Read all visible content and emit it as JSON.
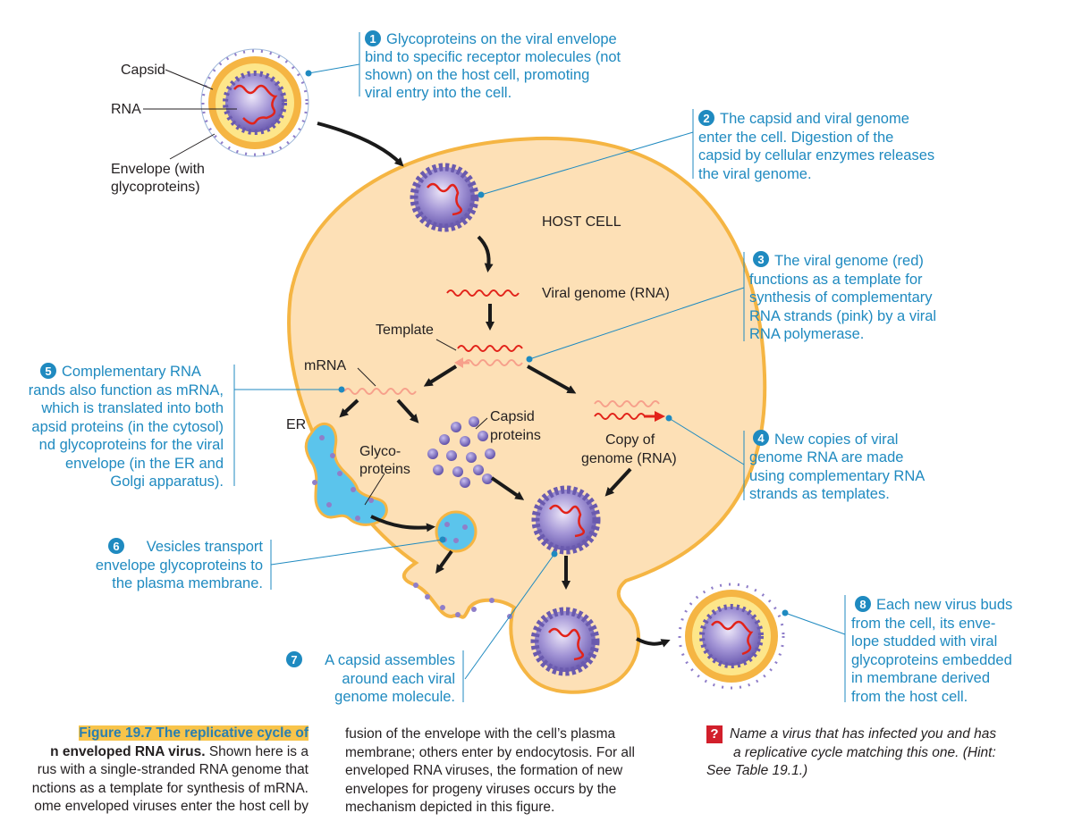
{
  "labels": {
    "capsid": "Capsid",
    "rna": "RNA",
    "envelope_line1": "Envelope (with",
    "envelope_line2": "glycoproteins)",
    "host_cell": "HOST CELL",
    "viral_genome": "Viral genome (RNA)",
    "template": "Template",
    "mrna": "mRNA",
    "er": "ER",
    "capsid_proteins_line1": "Capsid",
    "capsid_proteins_line2": "proteins",
    "glyco_line1": "Glyco-",
    "glyco_line2": "proteins",
    "copy_line1": "Copy of",
    "copy_line2": "genome (RNA)"
  },
  "steps": [
    {
      "num": "1",
      "lines": [
        "Glycoproteins on the viral envelope",
        "bind to specific receptor molecules (not",
        "shown) on the host cell, promoting",
        "viral entry into the cell."
      ]
    },
    {
      "num": "2",
      "lines": [
        "The capsid and viral genome",
        "enter the cell. Digestion of the",
        "capsid by cellular enzymes releases",
        "the viral genome."
      ]
    },
    {
      "num": "3",
      "lines": [
        "The viral genome (red)",
        "functions as a template for",
        "synthesis of complementary",
        "RNA strands (pink) by a viral",
        "RNA polymerase."
      ]
    },
    {
      "num": "4",
      "lines": [
        "New copies of viral",
        "genome RNA are made",
        "using complementary RNA",
        "strands as templates."
      ]
    },
    {
      "num": "5",
      "lines": [
        "Complementary RNA",
        "rands also function as mRNA,",
        "which is translated into both",
        "apsid proteins (in the cytosol)",
        "nd glycoproteins for the viral",
        "envelope (in the ER and",
        "Golgi apparatus)."
      ]
    },
    {
      "num": "6",
      "lines": [
        "Vesicles transport",
        "envelope glycoproteins to",
        "the plasma membrane."
      ]
    },
    {
      "num": "7",
      "lines": [
        "A capsid assembles",
        "around each viral",
        "genome molecule."
      ]
    },
    {
      "num": "8",
      "lines": [
        "Each new virus buds",
        "from the cell, its enve-",
        "lope studded with viral",
        "glycoproteins embedded",
        "in membrane derived",
        "from the host cell."
      ]
    }
  ],
  "caption": {
    "title": "Figure 19.7 The replicative cycle of",
    "title_line2_bold": "n enveloped RNA virus.",
    "title_line2_rest": " Shown here is a",
    "lines": [
      "rus with a single-stranded RNA genome that",
      "nctions as a template for synthesis of mRNA.",
      "ome enveloped viruses enter the host cell by"
    ],
    "col2_lines": [
      "fusion of the envelope with the cell’s plasma",
      "membrane; others enter by endocytosis. For all",
      "enveloped RNA viruses, the formation of new",
      "envelopes for progeny viruses occurs by the",
      "mechanism depicted in this figure."
    ]
  },
  "question": {
    "icon": "?",
    "lines": [
      "Name a virus that has infected you and has",
      "a replicative cycle matching this one. (Hint:",
      "See Table 19.1.)"
    ]
  },
  "colors": {
    "step_blue": "#1f8ac0",
    "cell_fill": "#fde0b6",
    "cell_border": "#f5b543",
    "capsid_purple": "#8f7ec9",
    "rna_red": "#e2231a",
    "rna_pink": "#f7a08b",
    "er_blue": "#5bc4ec"
  }
}
